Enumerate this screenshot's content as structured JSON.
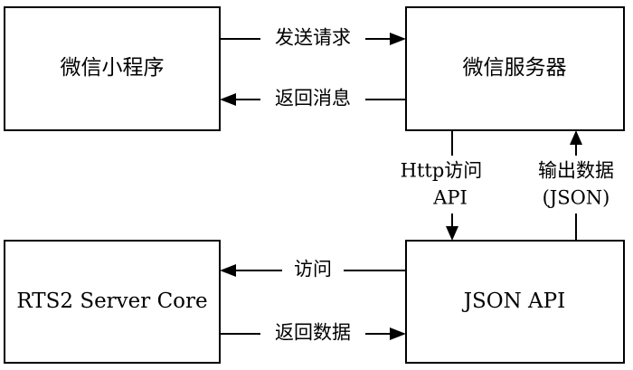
{
  "nodes": {
    "mini_program": "微信小程序",
    "wechat_server": "微信服务器",
    "rts2_core": "RTS2 Server Core",
    "json_api": "JSON API"
  },
  "edges": {
    "send_request": "发送请求",
    "return_message": "返回消息",
    "http_access_line1": "Http访问",
    "http_access_line2": "API",
    "output_data_line1": "输出数据",
    "output_data_line2": "(JSON)",
    "access": "访问",
    "return_data": "返回数据"
  }
}
